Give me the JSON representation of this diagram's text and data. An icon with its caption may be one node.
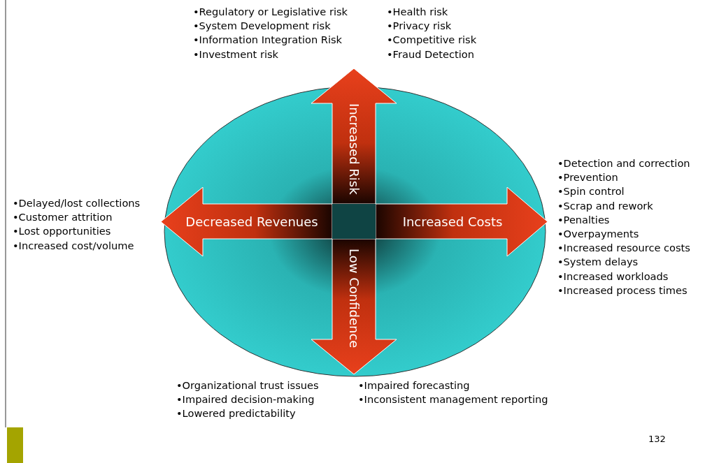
{
  "diagram": {
    "nodes": [
      {
        "text": [],
        "shape": "circle"
      },
      {
        "text": [
          "Increased Risk"
        ],
        "beside": [
          "•Regulatory or Legislative risk",
          "•System Development risk",
          "•Information Integration Risk",
          "•Investment risk",
          "•Health risk",
          "•Privacy risk",
          "•Competitive risk",
          "•Fraud Detection"
        ]
      },
      {
        "text": [
          "Decreased Revenues"
        ],
        "in": 0,
        "beside": [
          "•Delayed/lost collections",
          "•Customer attrition",
          "•Lost opportunities",
          "•Increased cost/volume"
        ]
      },
      {
        "text": [
          "Increased Costs"
        ],
        "in": 0,
        "beside": [
          "•Detection and correction",
          "•Prevention",
          "•Spin control",
          "•Scrap and rework",
          "•Penalties",
          "•Overpayments",
          "•Increased resource costs",
          "•System delays",
          "•Increased workloads",
          "•Increased process times"
        ]
      },
      {
        "text": [
          "Low Confidence"
        ],
        "in": 0,
        "beside": [
          "•Organizational trust issues",
          "•Impaired decision-making",
          "•Lowered predictability",
          "•Impaired forecasting",
          "•Inconsistent management reporting"
        ]
      }
    ],
    "labels": [
      "132"
    ]
  }
}
